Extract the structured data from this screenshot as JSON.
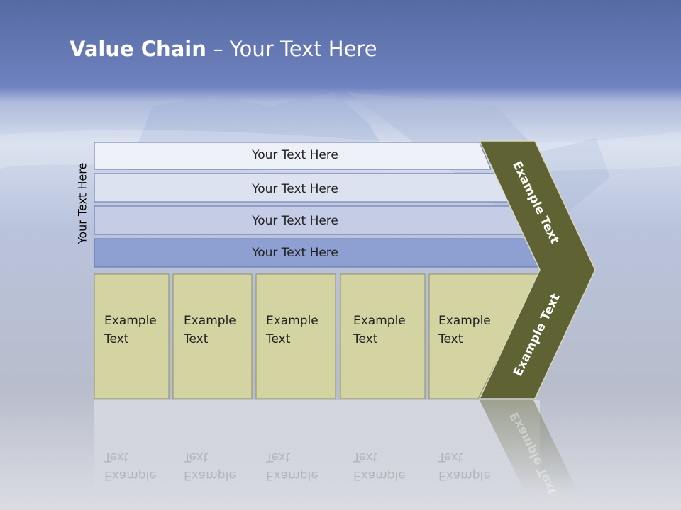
{
  "title": {
    "bold": "Value Chain",
    "rest": " – Your Text Here"
  },
  "side_label": "Your Text Here",
  "rows": [
    {
      "label": "Your Text Here"
    },
    {
      "label": "Your Text Here"
    },
    {
      "label": "Your Text Here"
    },
    {
      "label": "Your Text Here"
    }
  ],
  "columns": [
    {
      "line1": "Example",
      "line2": "Text"
    },
    {
      "line1": "Example",
      "line2": "Text"
    },
    {
      "line1": "Example",
      "line2": "Text"
    },
    {
      "line1": "Example",
      "line2": "Text"
    },
    {
      "line1": "Example",
      "line2": "Text"
    }
  ],
  "chevron": {
    "upper": "Example Text",
    "lower": "Example Text"
  },
  "colors": {
    "header_blue": "#6a7fbb",
    "row_1": "#eef0f8",
    "row_2": "#dde2f1",
    "row_3": "#c4cce6",
    "row_4": "#8e9fd2",
    "column_fill": "#d4d4a3",
    "chevron_fill": "#5f6233"
  }
}
